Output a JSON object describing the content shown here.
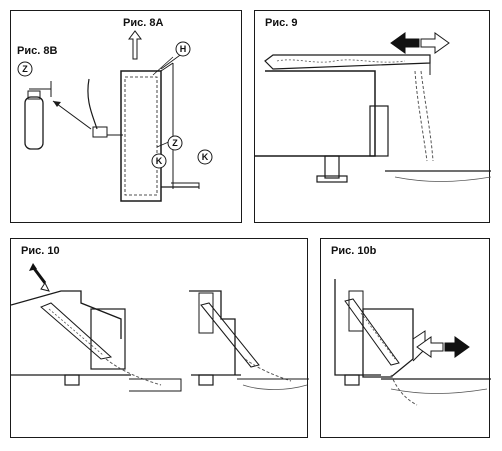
{
  "figures": [
    {
      "id": "fig8",
      "captions": {
        "a": "Рис. 8A",
        "b": "Рис. 8B"
      }
    },
    {
      "id": "fig9",
      "caption": "Рис. 9"
    },
    {
      "id": "fig10",
      "caption": "Рис. 10"
    },
    {
      "id": "fig10b",
      "caption": "Рис. 10b"
    }
  ],
  "callouts": {
    "h": "H",
    "z1": "Z",
    "z2": "Z",
    "k1": "K",
    "k2": "K"
  },
  "colors": {
    "line": "#1a1a1a",
    "arrow_fill": "#111111",
    "water": "#555555"
  }
}
